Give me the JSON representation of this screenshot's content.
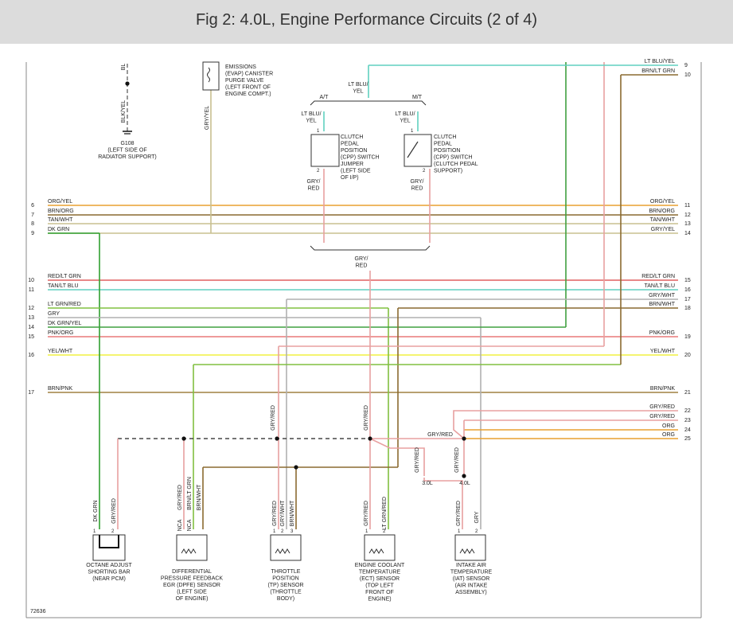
{
  "title": "Fig 2: 4.0L, Engine Performance Circuits (2 of 4)",
  "figure_id": "72636",
  "colors": {
    "orange": "#e8a030",
    "brown": "#8a6a30",
    "tan": "#c8c090",
    "green": "#40a040",
    "red": "#e06060",
    "ltgreen": "#80c040",
    "ltblue": "#60d0c0",
    "grayred": "#e8a0a0",
    "gray": "#a0a0a0",
    "graywhite": "#b0b0b0",
    "pink": "#e87878",
    "yellow": "#f0f040",
    "darkgreen": "#30a030",
    "brownpink": "#a08040"
  },
  "left_rails": [
    {
      "num": "6",
      "label": "ORG/YEL"
    },
    {
      "num": "7",
      "label": "BRN/ORG"
    },
    {
      "num": "8",
      "label": "TAN/WHT"
    },
    {
      "num": "9",
      "label": "DK GRN"
    },
    {
      "num": "10",
      "label": "RED/LT GRN"
    },
    {
      "num": "11",
      "label": "TAN/LT BLU"
    },
    {
      "num": "12",
      "label": "LT GRN/RED"
    },
    {
      "num": "13",
      "label": "GRY"
    },
    {
      "num": "14",
      "label": "DK GRN/YEL"
    },
    {
      "num": "15",
      "label": "PNK/ORG"
    },
    {
      "num": "16",
      "label": "YEL/WHT"
    },
    {
      "num": "17",
      "label": "BRN/PNK"
    }
  ],
  "right_rails": [
    {
      "num": "9",
      "label": "LT BLU/YEL"
    },
    {
      "num": "10",
      "label": "BRN/LT GRN"
    },
    {
      "num": "11",
      "label": "ORG/YEL"
    },
    {
      "num": "12",
      "label": "BRN/ORG"
    },
    {
      "num": "13",
      "label": "TAN/WHT"
    },
    {
      "num": "14",
      "label": "GRY/YEL"
    },
    {
      "num": "15",
      "label": "RED/LT GRN"
    },
    {
      "num": "16",
      "label": "TAN/LT BLU"
    },
    {
      "num": "17",
      "label": "GRY/WHT"
    },
    {
      "num": "18",
      "label": "BRN/WHT"
    },
    {
      "num": "19",
      "label": "PNK/ORG"
    },
    {
      "num": "20",
      "label": "YEL/WHT"
    },
    {
      "num": "21",
      "label": "BRN/PNK"
    },
    {
      "num": "22",
      "label": "GRY/RED"
    },
    {
      "num": "23",
      "label": "GRY/RED"
    },
    {
      "num": "24",
      "label": "ORG"
    },
    {
      "num": "25",
      "label": "ORG"
    }
  ],
  "top": {
    "evap_label": [
      "EMISSIONS",
      "(EVAP) CANISTER",
      "PURGE VALVE",
      "(LEFT FRONT OF",
      "ENGINE COMPT.)"
    ],
    "evap_wire": "GRY/YEL",
    "ground_wire_top": "BL",
    "ground_wire": "BLK/YEL",
    "ground_label": [
      "G108",
      "(LEFT SIDE OF",
      "RADIATOR SUPPORT)"
    ],
    "ltblu_yel_top": [
      "LT BLU/",
      "YEL"
    ],
    "at": "A/T",
    "mt": "M/T",
    "cpp_left_wire": [
      "LT BLU/",
      "YEL"
    ],
    "cpp_right_wire": [
      "LT BLU/",
      "YEL"
    ],
    "cpp_jumper_label": [
      "CLUTCH",
      "PEDAL",
      "POSITION",
      "(CPP) SWITCH",
      "JUMPER",
      "(LEFT SIDE",
      "OF I/P)"
    ],
    "cpp_switch_label": [
      "CLUTCH",
      "PEDAL",
      "POSITION",
      "(CPP) SWITCH",
      "(CLUTCH PEDAL",
      "SUPPORT)"
    ],
    "pin1": "1",
    "pin2": "2",
    "gry_red_left": [
      "GRY/",
      "RED"
    ],
    "gry_red_right": [
      "GRY/",
      "RED"
    ],
    "gry_red_merge": [
      "GRY/",
      "RED"
    ]
  },
  "bottom": {
    "gry_red_vert": "GRY/RED",
    "gry_red_horiz": "GRY/RED",
    "gry_red_30": [
      "GRY/",
      "RED"
    ],
    "gry_red_40": [
      "GRY/",
      "RED"
    ],
    "l30": "3.0L",
    "l40": "4.0L",
    "octane_wires": [
      "DK GRN",
      "GRY/RED"
    ],
    "octane_pins": [
      "1",
      "2"
    ],
    "octane_label": [
      "OCTANE ADJUST",
      "SHORTING BAR",
      "(NEAR PCM)"
    ],
    "dpfe_wires": [
      "NCA",
      "GRY/RED",
      "NCA",
      "BRN/LT GRN",
      "BRN/WHT"
    ],
    "dpfe_label": [
      "DIFFERENTIAL",
      "PRESSURE FEEDBACK",
      "EGR (DPFE) SENSOR",
      "(LEFT SIDE",
      "OF ENGINE)"
    ],
    "tp_wires": [
      "GRY/RED",
      "GRY/WHT",
      "BRN/WHT"
    ],
    "tp_pins": [
      "1",
      "2",
      "3"
    ],
    "tp_label": [
      "THROTTLE",
      "POSITION",
      "(TP) SENSOR",
      "(THROTTLE",
      "BODY)"
    ],
    "ect_wires": [
      "GRY/RED",
      "LT GRN/RED"
    ],
    "ect_pins": [
      "1",
      "2"
    ],
    "ect_label": [
      "ENGINE COOLANT",
      "TEMPERATURE",
      "(ECT) SENSOR",
      "(TOP LEFT",
      "FRONT OF",
      "ENGINE)"
    ],
    "iat_wires": [
      "GRY/RED",
      "GRY"
    ],
    "iat_pins": [
      "1",
      "2"
    ],
    "iat_label": [
      "INTAKE AIR",
      "TEMPERATURE",
      "(IAT) SENSOR",
      "(AIR INTAKE",
      "ASSEMBLY)"
    ]
  }
}
